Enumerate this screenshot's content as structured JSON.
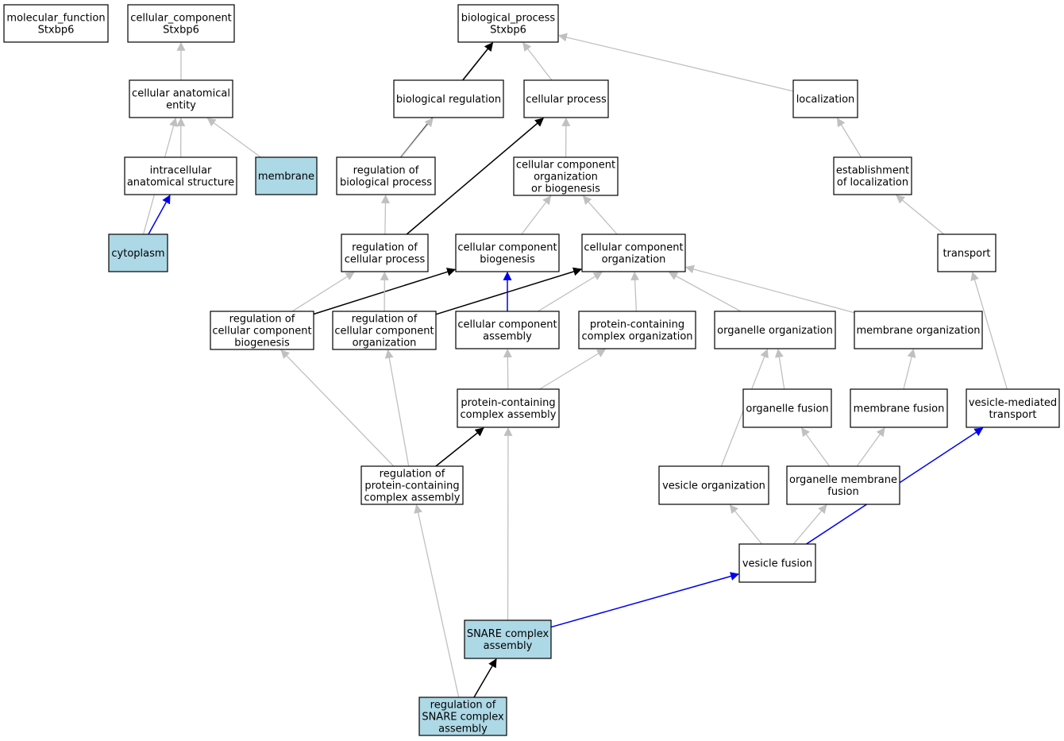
{
  "colors": {
    "background": "#ffffff",
    "node_fill": "#ffffff",
    "node_highlight_fill": "#add8e6",
    "edge_is_a": "#c0c0c0",
    "edge_regulates": "#000000",
    "edge_part_of": "#0000ee"
  },
  "nodes": {
    "molecular_function_root": {
      "lines": [
        "molecular_function",
        "Stxbp6"
      ],
      "highlight": false
    },
    "cellular_component_root": {
      "lines": [
        "cellular_component",
        "Stxbp6"
      ],
      "highlight": false
    },
    "biological_process_root": {
      "lines": [
        "biological_process",
        "Stxbp6"
      ],
      "highlight": false
    },
    "cellular_anatomical_entity": {
      "lines": [
        "cellular anatomical",
        "entity"
      ],
      "highlight": false
    },
    "biological_regulation": {
      "lines": [
        "biological regulation"
      ],
      "highlight": false
    },
    "cellular_process": {
      "lines": [
        "cellular process"
      ],
      "highlight": false
    },
    "localization": {
      "lines": [
        "localization"
      ],
      "highlight": false
    },
    "intracellular_anatomical_structure": {
      "lines": [
        "intracellular",
        "anatomical structure"
      ],
      "highlight": false
    },
    "membrane": {
      "lines": [
        "membrane"
      ],
      "highlight": true
    },
    "regulation_of_biological_process": {
      "lines": [
        "regulation of",
        "biological process"
      ],
      "highlight": false
    },
    "cellular_component_organization_or_biogenesis": {
      "lines": [
        "cellular component",
        "organization",
        "or biogenesis"
      ],
      "highlight": false
    },
    "establishment_of_localization": {
      "lines": [
        "establishment",
        "of localization"
      ],
      "highlight": false
    },
    "cytoplasm": {
      "lines": [
        "cytoplasm"
      ],
      "highlight": true
    },
    "regulation_of_cellular_process": {
      "lines": [
        "regulation of",
        "cellular process"
      ],
      "highlight": false
    },
    "cellular_component_biogenesis": {
      "lines": [
        "cellular component",
        "biogenesis"
      ],
      "highlight": false
    },
    "cellular_component_organization": {
      "lines": [
        "cellular component",
        "organization"
      ],
      "highlight": false
    },
    "transport": {
      "lines": [
        "transport"
      ],
      "highlight": false
    },
    "regulation_of_cellular_component_biogenesis": {
      "lines": [
        "regulation of",
        "cellular component",
        "biogenesis"
      ],
      "highlight": false
    },
    "regulation_of_cellular_component_organization": {
      "lines": [
        "regulation of",
        "cellular component",
        "organization"
      ],
      "highlight": false
    },
    "cellular_component_assembly": {
      "lines": [
        "cellular component",
        "assembly"
      ],
      "highlight": false
    },
    "protein_containing_complex_organization": {
      "lines": [
        "protein-containing",
        "complex organization"
      ],
      "highlight": false
    },
    "organelle_organization": {
      "lines": [
        "organelle organization"
      ],
      "highlight": false
    },
    "membrane_organization": {
      "lines": [
        "membrane organization"
      ],
      "highlight": false
    },
    "protein_containing_complex_assembly": {
      "lines": [
        "protein-containing",
        "complex assembly"
      ],
      "highlight": false
    },
    "organelle_fusion": {
      "lines": [
        "organelle fusion"
      ],
      "highlight": false
    },
    "membrane_fusion": {
      "lines": [
        "membrane fusion"
      ],
      "highlight": false
    },
    "vesicle_mediated_transport": {
      "lines": [
        "vesicle-mediated",
        "transport"
      ],
      "highlight": false
    },
    "regulation_of_protein_containing_complex_assembly": {
      "lines": [
        "regulation of",
        "protein-containing",
        "complex assembly"
      ],
      "highlight": false
    },
    "vesicle_organization": {
      "lines": [
        "vesicle organization"
      ],
      "highlight": false
    },
    "organelle_membrane_fusion": {
      "lines": [
        "organelle membrane",
        "fusion"
      ],
      "highlight": false
    },
    "vesicle_fusion": {
      "lines": [
        "vesicle fusion"
      ],
      "highlight": false
    },
    "snare_complex_assembly": {
      "lines": [
        "SNARE complex",
        "assembly"
      ],
      "highlight": true
    },
    "regulation_of_snare_complex_assembly": {
      "lines": [
        "regulation of",
        "SNARE complex",
        "assembly"
      ],
      "highlight": true
    }
  },
  "edges": [
    {
      "from": "cellular_anatomical_entity",
      "to": "cellular_component_root",
      "type": "is_a"
    },
    {
      "from": "intracellular_anatomical_structure",
      "to": "cellular_anatomical_entity",
      "type": "is_a"
    },
    {
      "from": "membrane",
      "to": "cellular_anatomical_entity",
      "type": "is_a"
    },
    {
      "from": "cytoplasm",
      "to": "cellular_anatomical_entity",
      "type": "is_a"
    },
    {
      "from": "cytoplasm",
      "to": "intracellular_anatomical_structure",
      "type": "part_of"
    },
    {
      "from": "biological_regulation",
      "to": "biological_process_root",
      "type": "is_a"
    },
    {
      "from": "cellular_process",
      "to": "biological_process_root",
      "type": "is_a"
    },
    {
      "from": "localization",
      "to": "biological_process_root",
      "type": "is_a"
    },
    {
      "from": "regulation_of_biological_process",
      "to": "biological_process_root",
      "type": "regulates"
    },
    {
      "from": "regulation_of_biological_process",
      "to": "biological_regulation",
      "type": "is_a"
    },
    {
      "from": "cellular_component_organization_or_biogenesis",
      "to": "cellular_process",
      "type": "is_a"
    },
    {
      "from": "establishment_of_localization",
      "to": "localization",
      "type": "is_a"
    },
    {
      "from": "regulation_of_cellular_process",
      "to": "regulation_of_biological_process",
      "type": "is_a"
    },
    {
      "from": "regulation_of_cellular_process",
      "to": "cellular_process",
      "type": "regulates"
    },
    {
      "from": "cellular_component_biogenesis",
      "to": "cellular_component_organization_or_biogenesis",
      "type": "is_a"
    },
    {
      "from": "cellular_component_organization",
      "to": "cellular_component_organization_or_biogenesis",
      "type": "is_a"
    },
    {
      "from": "transport",
      "to": "establishment_of_localization",
      "type": "is_a"
    },
    {
      "from": "regulation_of_cellular_component_biogenesis",
      "to": "regulation_of_cellular_process",
      "type": "is_a"
    },
    {
      "from": "regulation_of_cellular_component_biogenesis",
      "to": "cellular_component_biogenesis",
      "type": "regulates"
    },
    {
      "from": "regulation_of_cellular_component_organization",
      "to": "regulation_of_cellular_process",
      "type": "is_a"
    },
    {
      "from": "regulation_of_cellular_component_organization",
      "to": "cellular_component_organization",
      "type": "regulates"
    },
    {
      "from": "cellular_component_assembly",
      "to": "cellular_component_biogenesis",
      "type": "part_of"
    },
    {
      "from": "cellular_component_assembly",
      "to": "cellular_component_organization",
      "type": "is_a"
    },
    {
      "from": "protein_containing_complex_organization",
      "to": "cellular_component_organization",
      "type": "is_a"
    },
    {
      "from": "organelle_organization",
      "to": "cellular_component_organization",
      "type": "is_a"
    },
    {
      "from": "membrane_organization",
      "to": "cellular_component_organization",
      "type": "is_a"
    },
    {
      "from": "protein_containing_complex_assembly",
      "to": "cellular_component_assembly",
      "type": "is_a"
    },
    {
      "from": "protein_containing_complex_assembly",
      "to": "protein_containing_complex_organization",
      "type": "is_a"
    },
    {
      "from": "organelle_fusion",
      "to": "organelle_organization",
      "type": "is_a"
    },
    {
      "from": "membrane_fusion",
      "to": "membrane_organization",
      "type": "is_a"
    },
    {
      "from": "vesicle_mediated_transport",
      "to": "transport",
      "type": "is_a"
    },
    {
      "from": "regulation_of_protein_containing_complex_assembly",
      "to": "regulation_of_cellular_component_biogenesis",
      "type": "is_a"
    },
    {
      "from": "regulation_of_protein_containing_complex_assembly",
      "to": "regulation_of_cellular_component_organization",
      "type": "is_a"
    },
    {
      "from": "regulation_of_protein_containing_complex_assembly",
      "to": "protein_containing_complex_assembly",
      "type": "regulates"
    },
    {
      "from": "vesicle_organization",
      "to": "organelle_organization",
      "type": "is_a"
    },
    {
      "from": "organelle_membrane_fusion",
      "to": "organelle_fusion",
      "type": "is_a"
    },
    {
      "from": "organelle_membrane_fusion",
      "to": "membrane_fusion",
      "type": "is_a"
    },
    {
      "from": "vesicle_fusion",
      "to": "vesicle_organization",
      "type": "is_a"
    },
    {
      "from": "vesicle_fusion",
      "to": "organelle_membrane_fusion",
      "type": "is_a"
    },
    {
      "from": "vesicle_fusion",
      "to": "vesicle_mediated_transport",
      "type": "part_of"
    },
    {
      "from": "snare_complex_assembly",
      "to": "protein_containing_complex_assembly",
      "type": "is_a"
    },
    {
      "from": "snare_complex_assembly",
      "to": "vesicle_fusion",
      "type": "part_of"
    },
    {
      "from": "regulation_of_snare_complex_assembly",
      "to": "regulation_of_protein_containing_complex_assembly",
      "type": "is_a"
    },
    {
      "from": "regulation_of_snare_complex_assembly",
      "to": "snare_complex_assembly",
      "type": "regulates"
    }
  ]
}
